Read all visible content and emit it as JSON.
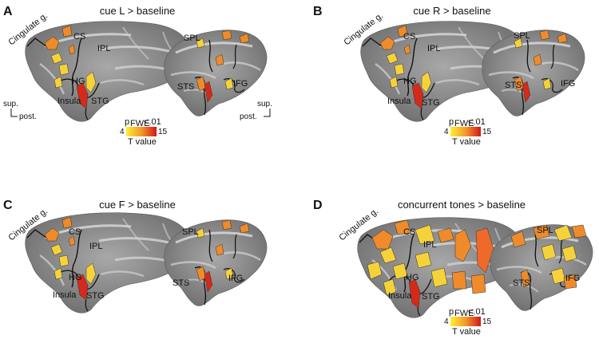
{
  "panels": [
    {
      "letter": "A",
      "title": "cue L > baseline",
      "labels": {
        "cingulate": "Cingulate g.",
        "cs": "CS",
        "ipl": "IPL",
        "hg": "HG",
        "insula": "Insula",
        "stg": "STG",
        "spl": "SPL",
        "sts": "STS",
        "ifg": "IFG"
      },
      "orientation": {
        "sup_left": "sup.",
        "post_left": "post.",
        "sup_right": "sup.",
        "post_right": "post."
      }
    },
    {
      "letter": "B",
      "title": "cue R > baseline",
      "labels": {
        "cingulate": "Cingulate g.",
        "cs": "CS",
        "ipl": "IPL",
        "hg": "HG",
        "insula": "Insula",
        "stg": "STG",
        "spl": "SPL",
        "sts": "STS",
        "ifg": "IFG"
      }
    },
    {
      "letter": "C",
      "title": "cue F > baseline",
      "labels": {
        "cingulate": "Cingulate g.",
        "cs": "CS",
        "ipl": "IPL",
        "hg": "HG",
        "insula": "Insula",
        "stg": "STG",
        "spl": "SPL",
        "sts": "STS",
        "ifg": "IFG"
      }
    },
    {
      "letter": "D",
      "title": "concurrent tones > baseline",
      "labels": {
        "cingulate": "Cingulate g.",
        "cs": "CS",
        "ipl": "IPL",
        "hg": "HG",
        "insula": "Insula",
        "stg": "STG",
        "spl": "SPL",
        "sts": "STS",
        "ifg": "IFG"
      }
    }
  ],
  "colorbar": {
    "p_main": "p",
    "p_sub": "FWE",
    "p_threshold": "<.01",
    "min": "4",
    "max": "15",
    "label": "T value",
    "color_low": "#ffee33",
    "color_high": "#d01818"
  },
  "colors": {
    "brain_fill": "#8a8a8a",
    "brain_light": "#bdbdbd",
    "activation_yellow": "#f6d23a",
    "activation_orange": "#ef8b2a",
    "activation_red": "#d42a1a"
  }
}
